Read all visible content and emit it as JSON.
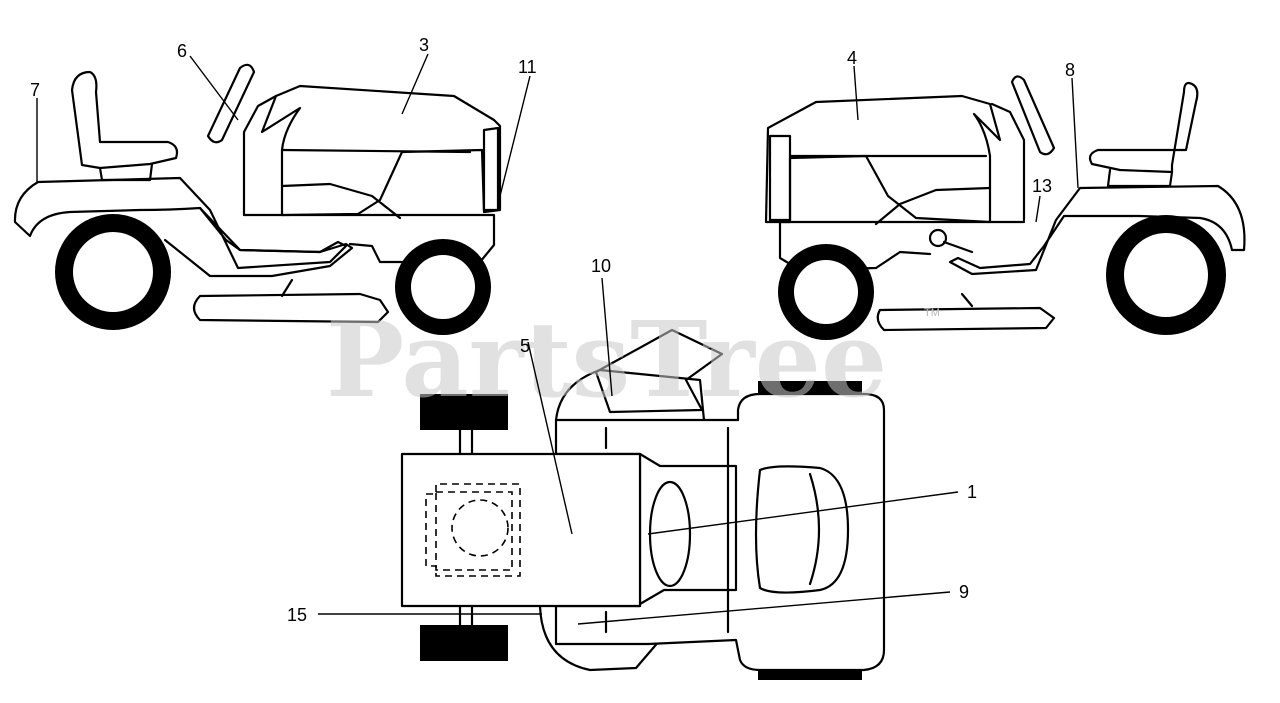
{
  "watermark": {
    "text": "PartsTree",
    "tm": "TM"
  },
  "callouts": [
    {
      "id": "1",
      "label": "1"
    },
    {
      "id": "3",
      "label": "3"
    },
    {
      "id": "4",
      "label": "4"
    },
    {
      "id": "5",
      "label": "5"
    },
    {
      "id": "6",
      "label": "6"
    },
    {
      "id": "7",
      "label": "7"
    },
    {
      "id": "8",
      "label": "8"
    },
    {
      "id": "9",
      "label": "9"
    },
    {
      "id": "10",
      "label": "10"
    },
    {
      "id": "11",
      "label": "11"
    },
    {
      "id": "13",
      "label": "13"
    },
    {
      "id": "15",
      "label": "15"
    }
  ]
}
